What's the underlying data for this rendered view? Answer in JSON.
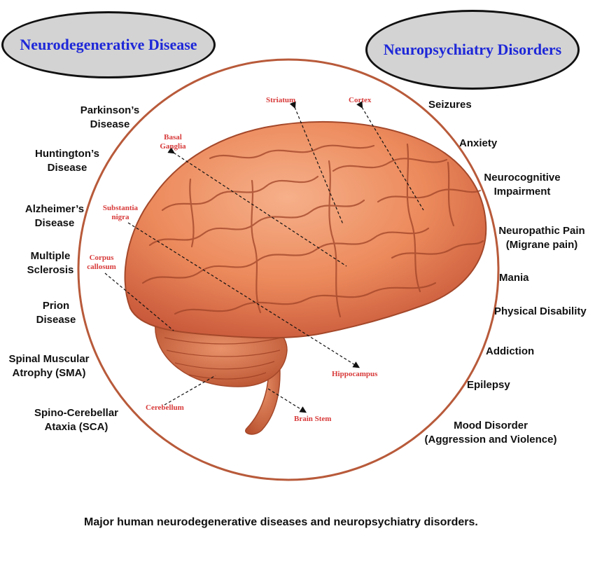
{
  "left_header": "Neurodegenerative Disease",
  "right_header": "Neuropsychiatry Disorders",
  "neurodegenerative": [
    {
      "l1": "Parkinson’s",
      "l2": "Disease"
    },
    {
      "l1": "Huntington’s",
      "l2": "Disease"
    },
    {
      "l1": "Alzheimer’s",
      "l2": "Disease"
    },
    {
      "l1": "Multiple",
      "l2": "Sclerosis"
    },
    {
      "l1": "Prion",
      "l2": "Disease"
    },
    {
      "l1": "Spinal Muscular",
      "l2": "Atrophy (SMA)"
    },
    {
      "l1": "Spino-Cerebellar",
      "l2": "Ataxia (SCA)"
    }
  ],
  "neuropsychiatry": [
    {
      "l1": "Seizures"
    },
    {
      "l1": "Anxiety"
    },
    {
      "l1": "Neurocognitive",
      "l2": "Impairment"
    },
    {
      "l1": "Neuropathic Pain",
      "l2": "(Migrane pain)"
    },
    {
      "l1": "Mania"
    },
    {
      "l1": "Physical Disability"
    },
    {
      "l1": "Addiction"
    },
    {
      "l1": "Epilepsy"
    },
    {
      "l1": "Mood Disorder",
      "l2": "(Aggression and Violence)"
    }
  ],
  "brain_parts": {
    "striatum": "Striatum",
    "cortex": "Cortex",
    "basal_1": "Basal",
    "basal_2": "Ganglia",
    "substantia_1": "Substantia",
    "substantia_2": "nigra",
    "corpus_1": "Corpus",
    "corpus_2": "callosum",
    "hippocampus": "Hippocampus",
    "cerebellum": "Cerebellum",
    "brain_stem": "Brain Stem"
  },
  "caption": "Major human neurodegenerative diseases and neuropsychiatry disorders.",
  "colors": {
    "header_text": "#1e28d8",
    "header_fill": "#d3d3d3",
    "circle_stroke": "#b85a3a",
    "part_label": "#d83a3a",
    "brain": "#ec8a5c"
  }
}
